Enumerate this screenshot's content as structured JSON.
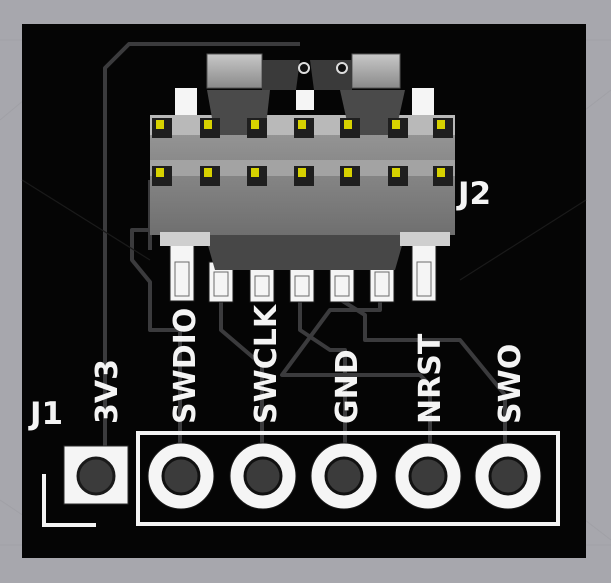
{
  "viewer": {
    "background_color": "#a7a7ad",
    "board_color": "#050505",
    "silkscreen_color": "#f4f4f4",
    "copper_color": "#3b3b3d",
    "pad_color": "#f5f5f5",
    "pin_color": "#d7d200"
  },
  "board": {
    "connectors": [
      {
        "ref": "J1",
        "pin_labels": [
          "3V3",
          "SWDIO",
          "SWCLK",
          "GND",
          "NRST",
          "SWO"
        ]
      },
      {
        "ref": "J2",
        "type": "2x7 header"
      }
    ]
  }
}
